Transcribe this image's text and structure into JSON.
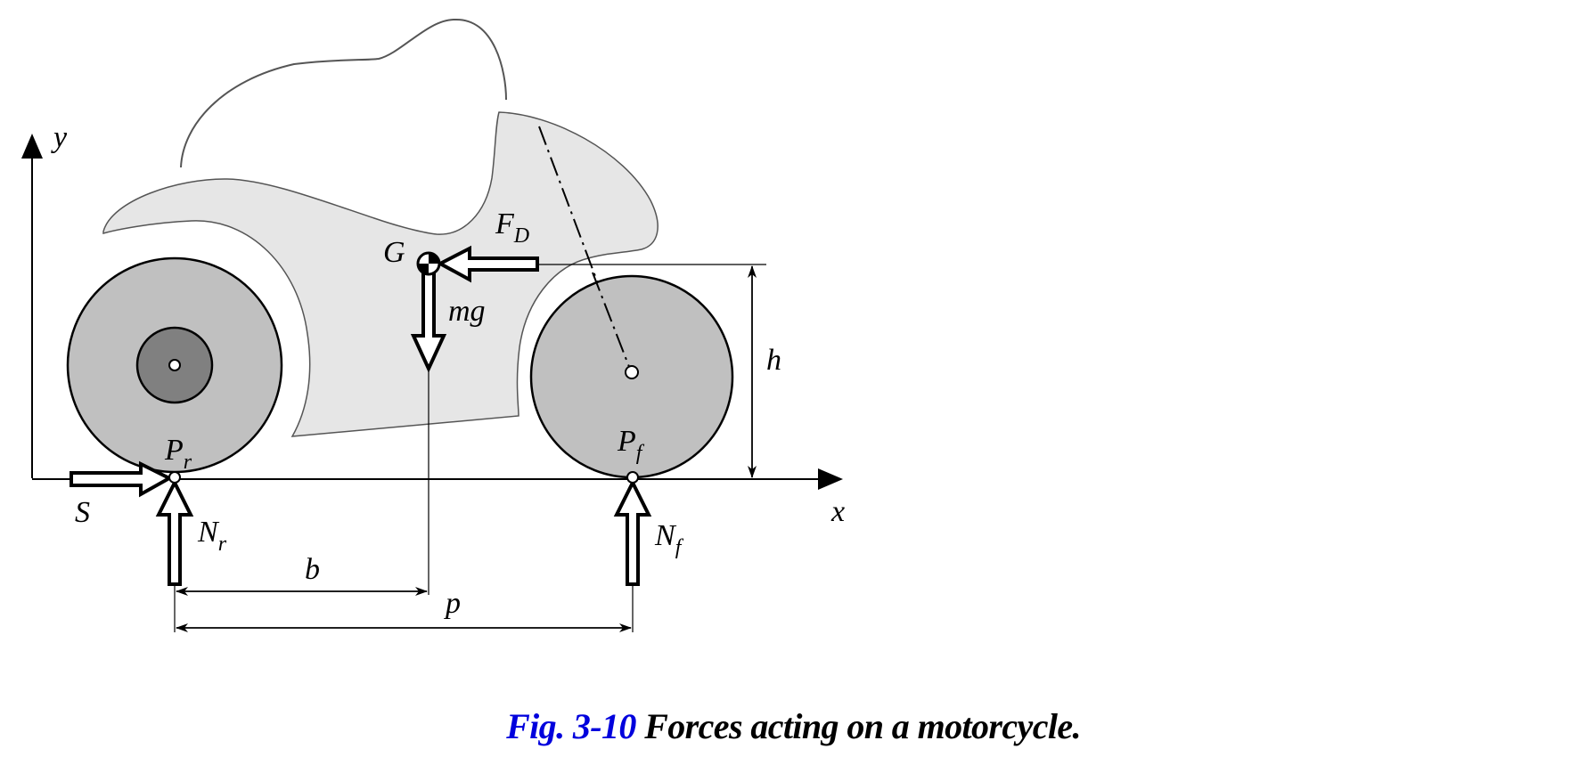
{
  "figure": {
    "caption": {
      "number": "Fig. 3-10",
      "title": "Forces acting on a motorcycle.",
      "number_color": "#0000DD",
      "title_color": "#000000"
    },
    "axes": {
      "x_label": "x",
      "y_label": "y"
    },
    "points": {
      "center_of_gravity": "G",
      "rear_contact": {
        "main": "P",
        "sub": "r"
      },
      "front_contact": {
        "main": "P",
        "sub": "f"
      }
    },
    "forces": {
      "drag": {
        "main": "F",
        "sub": "D"
      },
      "weight": "mg",
      "thrust": "S",
      "rear_normal": {
        "main": "N",
        "sub": "r"
      },
      "front_normal": {
        "main": "N",
        "sub": "f"
      }
    },
    "dimensions": {
      "cg_horizontal": "b",
      "wheelbase": "p",
      "cg_height": "h"
    },
    "colors": {
      "body_fill": "#E6E6E6",
      "wheel_fill": "#C0C0C0",
      "hub_fill": "#808080",
      "outline": "#000000",
      "body_outline": "#555555"
    }
  }
}
